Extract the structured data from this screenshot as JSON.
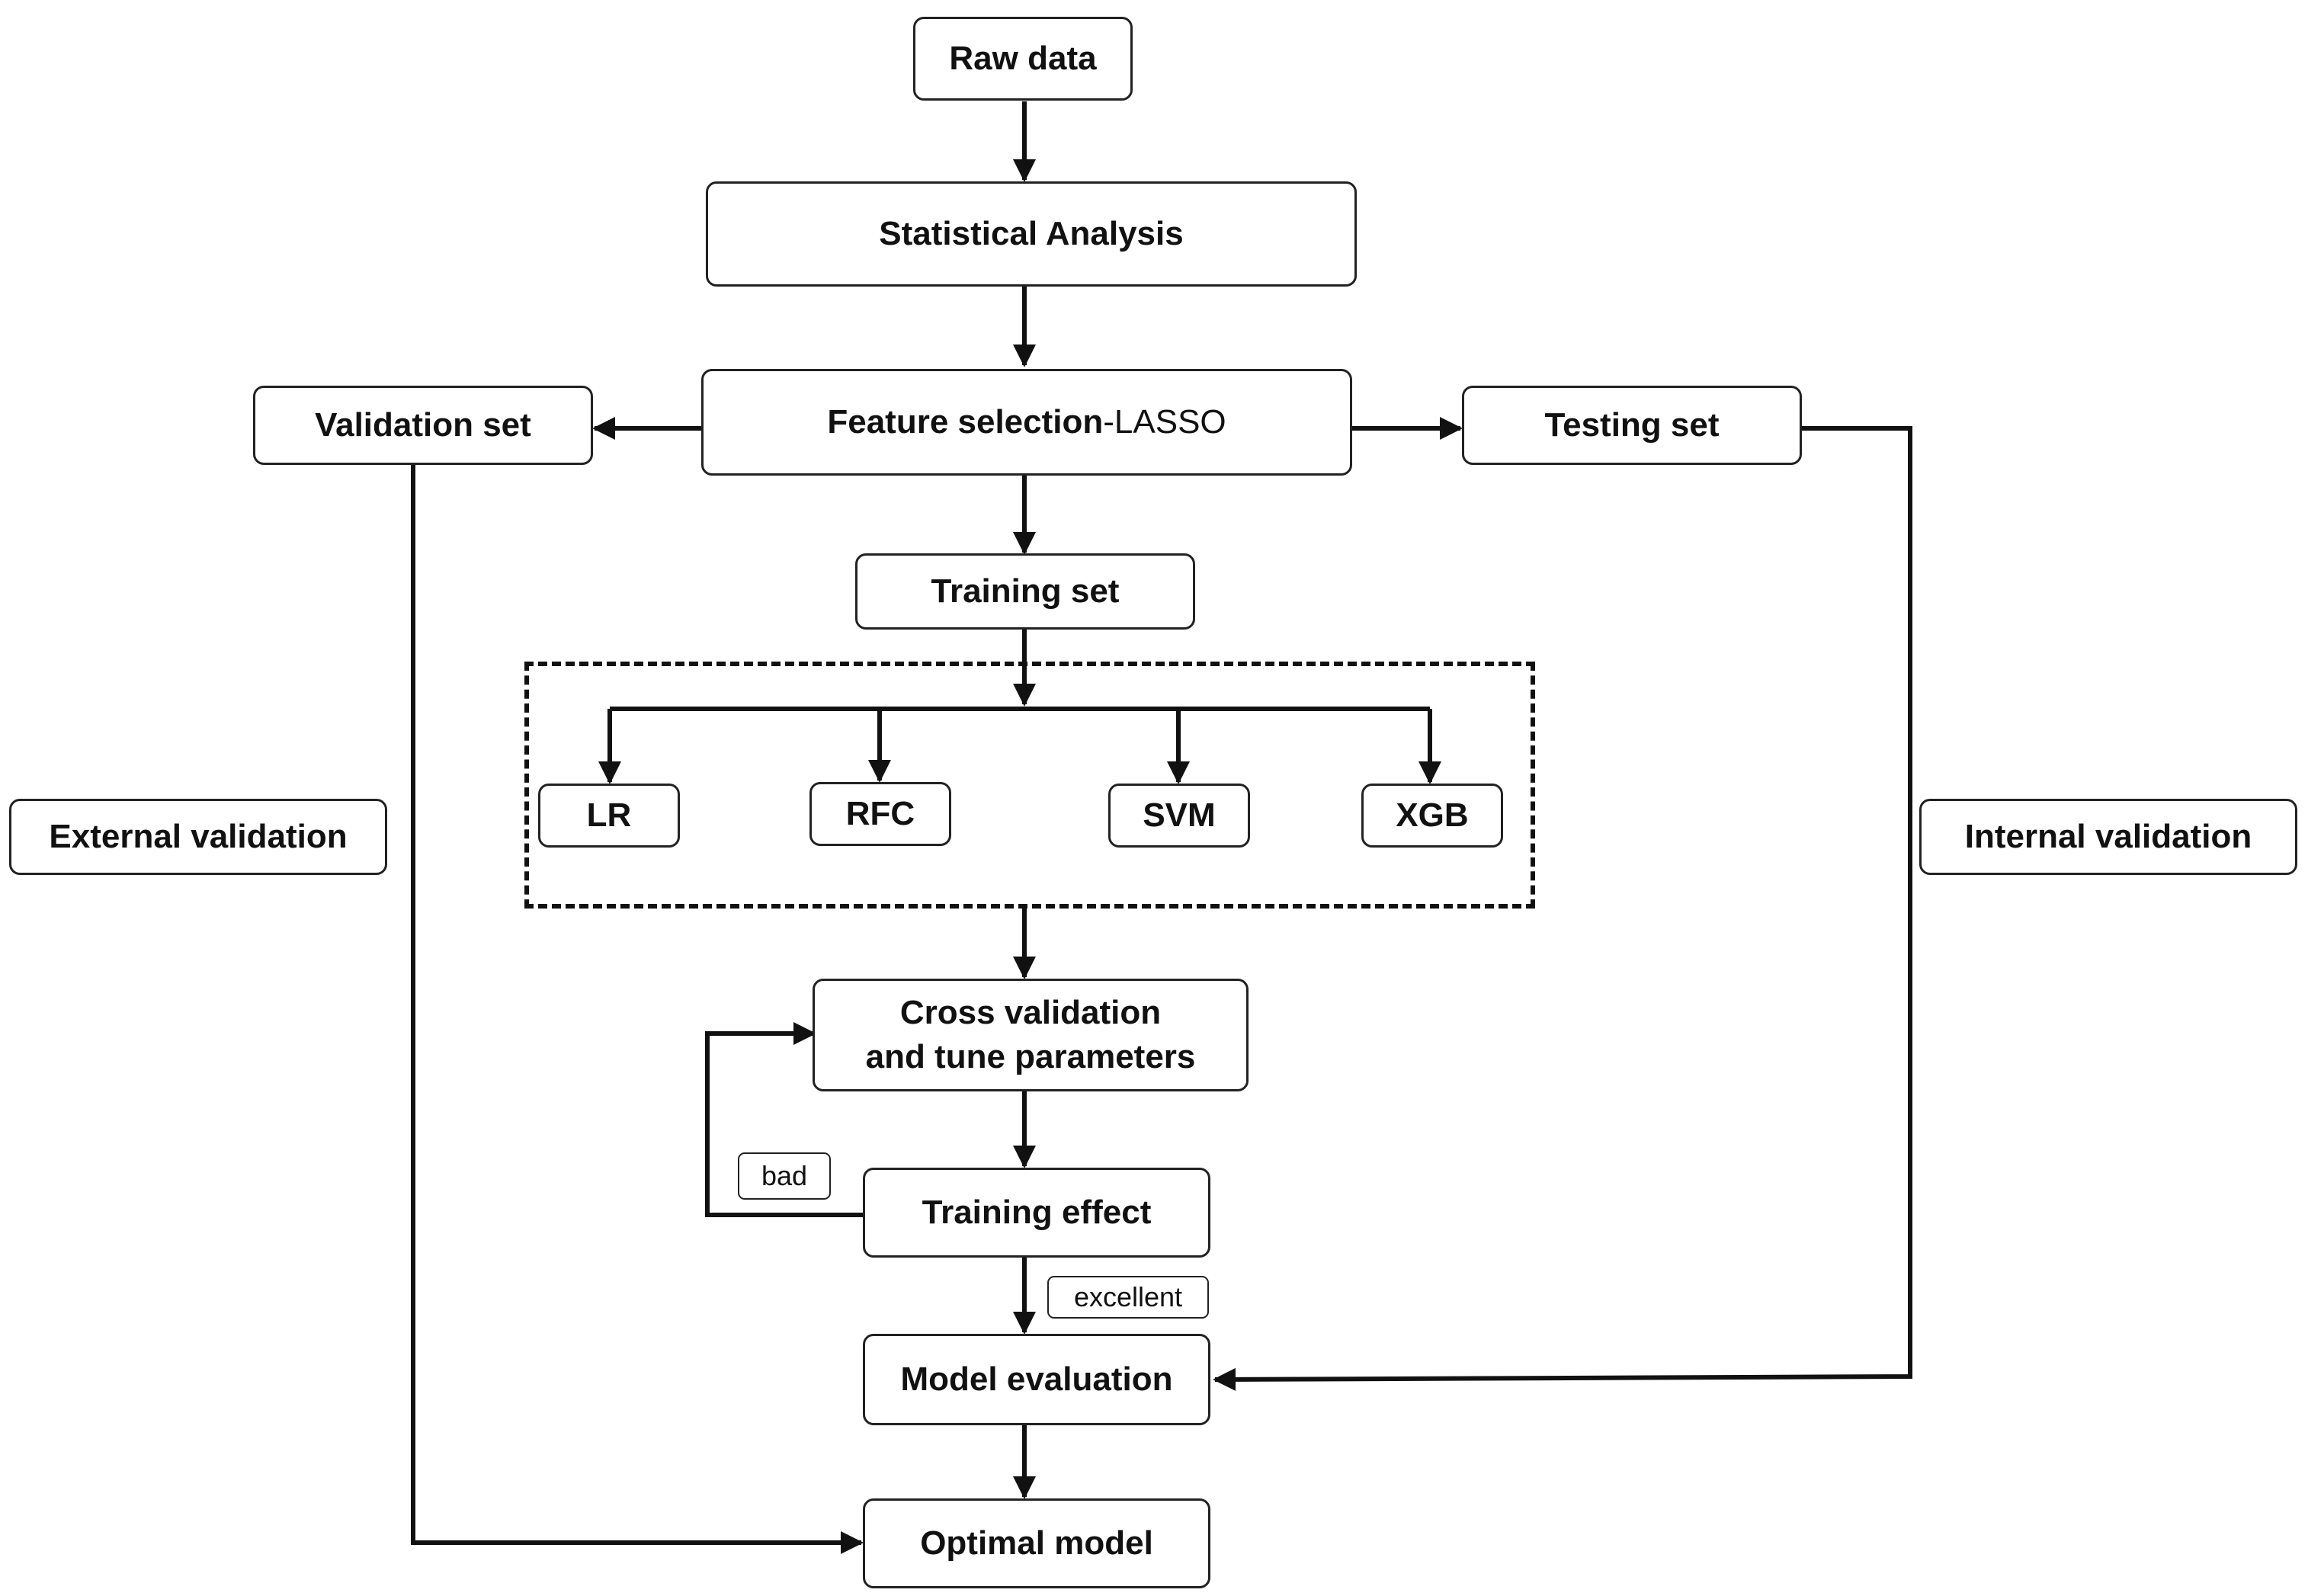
{
  "nodes": {
    "raw_data": "Raw data",
    "statistical_analysis": "Statistical Analysis",
    "feature_selection": "Feature selection",
    "feature_selection_method": "-LASSO",
    "validation_set": "Validation set",
    "testing_set": "Testing set",
    "training_set": "Training set",
    "lr": "LR",
    "rfc": "RFC",
    "svm": "SVM",
    "xgb": "XGB",
    "cross_validation_line1": "Cross validation",
    "cross_validation_line2": "and tune parameters",
    "training_effect": "Training effect",
    "model_evaluation": "Model evaluation",
    "optimal_model": "Optimal model",
    "external_validation": "External validation",
    "internal_validation": "Internal validation"
  },
  "edge_labels": {
    "bad": "bad",
    "excellent": "excellent"
  }
}
